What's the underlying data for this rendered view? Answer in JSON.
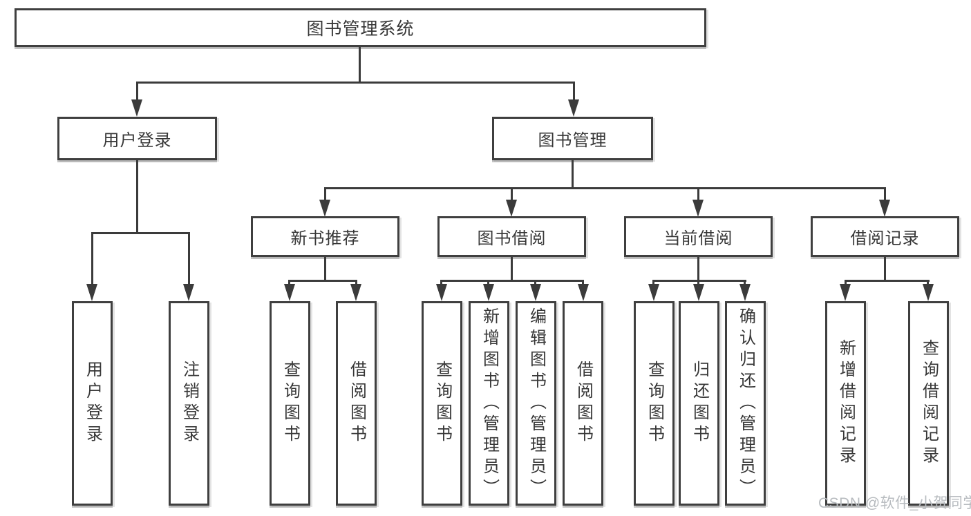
{
  "root": {
    "label": "图书管理系统"
  },
  "user_login": {
    "label": "用户登录",
    "children": [
      "用户登录",
      "注销登录"
    ]
  },
  "book_mgmt": {
    "label": "图书管理"
  },
  "new_books": {
    "label": "新书推荐",
    "children": [
      "查询图书",
      "借阅图书"
    ]
  },
  "book_borrow": {
    "label": "图书借阅",
    "children": [
      "查询图书",
      "新增图书（管理员）",
      "编辑图书（管理员）",
      "借阅图书"
    ]
  },
  "current_borrow": {
    "label": "当前借阅",
    "children": [
      "查询图书",
      "归还图书",
      "确认归还（管理员）"
    ]
  },
  "borrow_records": {
    "label": "借阅记录",
    "children": [
      "新增借阅记录",
      "查询借阅记录"
    ]
  },
  "watermark": {
    "text": "CSDN @软件_小贺同学"
  },
  "colors": {
    "line": "#3b3b3b",
    "border": "#3f3f3f",
    "text": "#373737",
    "watermark": "#b7bbbf",
    "background": "#ffffff"
  }
}
